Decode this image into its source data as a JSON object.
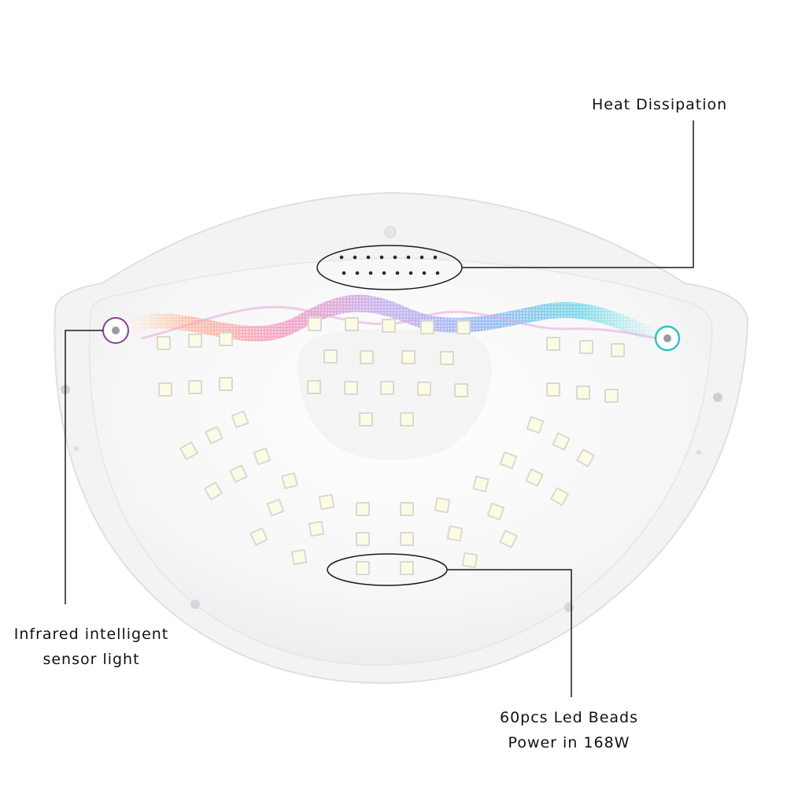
{
  "callouts": {
    "heat": {
      "text": "Heat Dissipation"
    },
    "sensor": {
      "line1": "Infrared intelligent",
      "line2": "sensor light"
    },
    "beads": {
      "line1": "60pcs Led Beads",
      "line2": "Power in 168W"
    }
  },
  "colors": {
    "background": "#ffffff",
    "lamp_body": "#f7f7f8",
    "lamp_edge": "#e3e3e6",
    "led": "#fbfbe6",
    "led_frame": "#d9dacf",
    "callout_line": "#1a1a1a",
    "sensor_ring_left": "#8a3f93",
    "sensor_ring_right": "#33c1c1"
  },
  "icons": {
    "sensor_left": "sensor-window-icon",
    "sensor_right": "sensor-window-icon",
    "vent": "vent-holes-icon"
  }
}
